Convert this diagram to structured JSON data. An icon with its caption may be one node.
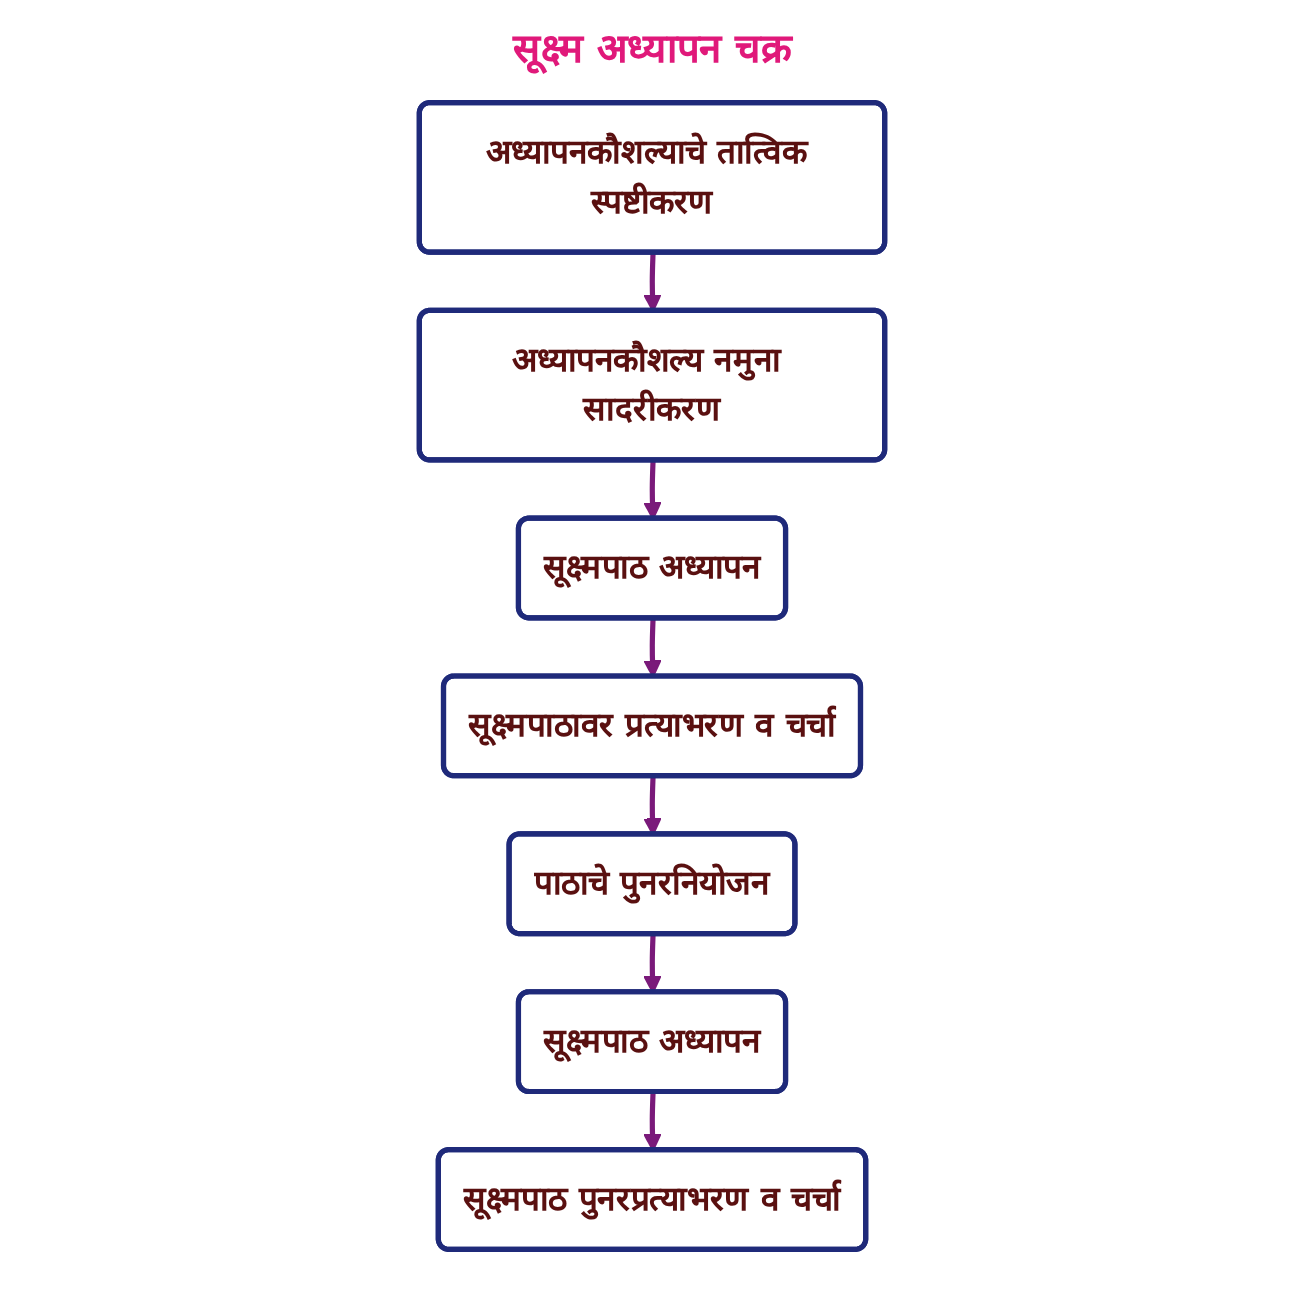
{
  "diagram": {
    "title": "सूक्ष्म अध्यापन चक्र",
    "nodes": [
      {
        "text": [
          "अध्यापनकौशल्याचे तात्विक स्पष्टीकरण"
        ]
      },
      {
        "text": [
          "अध्यापनकौशल्य नमुना सादरीकरण"
        ]
      },
      {
        "text": [
          "सूक्ष्मपाठ अध्यापन"
        ]
      },
      {
        "text": [
          "सूक्ष्मपाठ पुनरप्रत्याभरण व चर्चा"
        ]
      },
      {
        "text": [
          "सूक्ष्मपाठावर प्रत्याभरण व चर्चा"
        ]
      },
      {
        "text": [
          "पाठाचे पुनरनियोजन"
        ]
      },
      {
        "text": [
          "सूक्ष्मपाठ अध्यापन"
        ]
      }
    ],
    "edges": [
      {
        "from": 0,
        "to": 1,
        "arrow": "to"
      },
      {
        "from": 1,
        "to": 2,
        "arrow": "to"
      },
      {
        "from": 2,
        "to": 4,
        "arrow": "to"
      },
      {
        "from": 4,
        "to": 5,
        "arrow": "to"
      },
      {
        "from": 5,
        "to": 6,
        "arrow": "to"
      },
      {
        "from": 6,
        "to": 3,
        "arrow": "to"
      }
    ]
  }
}
